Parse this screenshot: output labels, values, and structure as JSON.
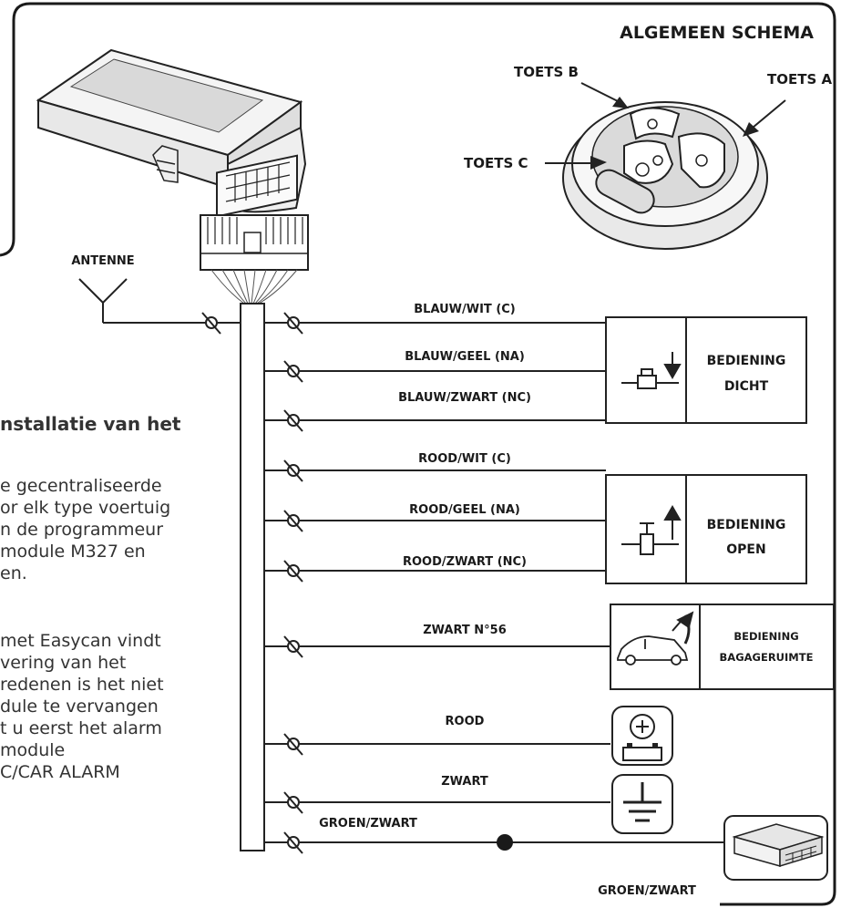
{
  "title": "ALGEMEEN SCHEMA",
  "keys": {
    "a": "TOETS A",
    "b": "TOETS B",
    "c": "TOETS C"
  },
  "antenna_label": "ANTENNE",
  "wires": {
    "w1": "BLAUW/WIT (C)",
    "w2": "BLAUW/GEEL (NA)",
    "w3": "BLAUW/ZWART (NC)",
    "w4": "ROOD/WIT (C)",
    "w5": "ROOD/GEEL (NA)",
    "w6": "ROOD/ZWART (NC)",
    "w7": "ZWART N°56",
    "w8": "ROOD",
    "w9": "ZWART",
    "w10": "GROEN/ZWART",
    "w10b": "GROEN/ZWART"
  },
  "boxes": {
    "dicht": {
      "line1": "BEDIENING",
      "line2": "DICHT"
    },
    "open": {
      "line1": "BEDIENING",
      "line2": "OPEN"
    },
    "trunk": {
      "line1": "BEDIENING",
      "line2": "BAGAGERUIMTE"
    }
  },
  "background_text": {
    "heading": "nstallatie van het",
    "lines": [
      "e gecentraliseerde",
      "or elk type voertuig",
      "n de programmeur",
      "module M327 en",
      "en.",
      "",
      "met Easycan vindt",
      "vering van het",
      "redenen is het niet",
      "dule te vervangen",
      "t u eerst het alarm",
      "module",
      "C/CAR ALARM"
    ]
  }
}
